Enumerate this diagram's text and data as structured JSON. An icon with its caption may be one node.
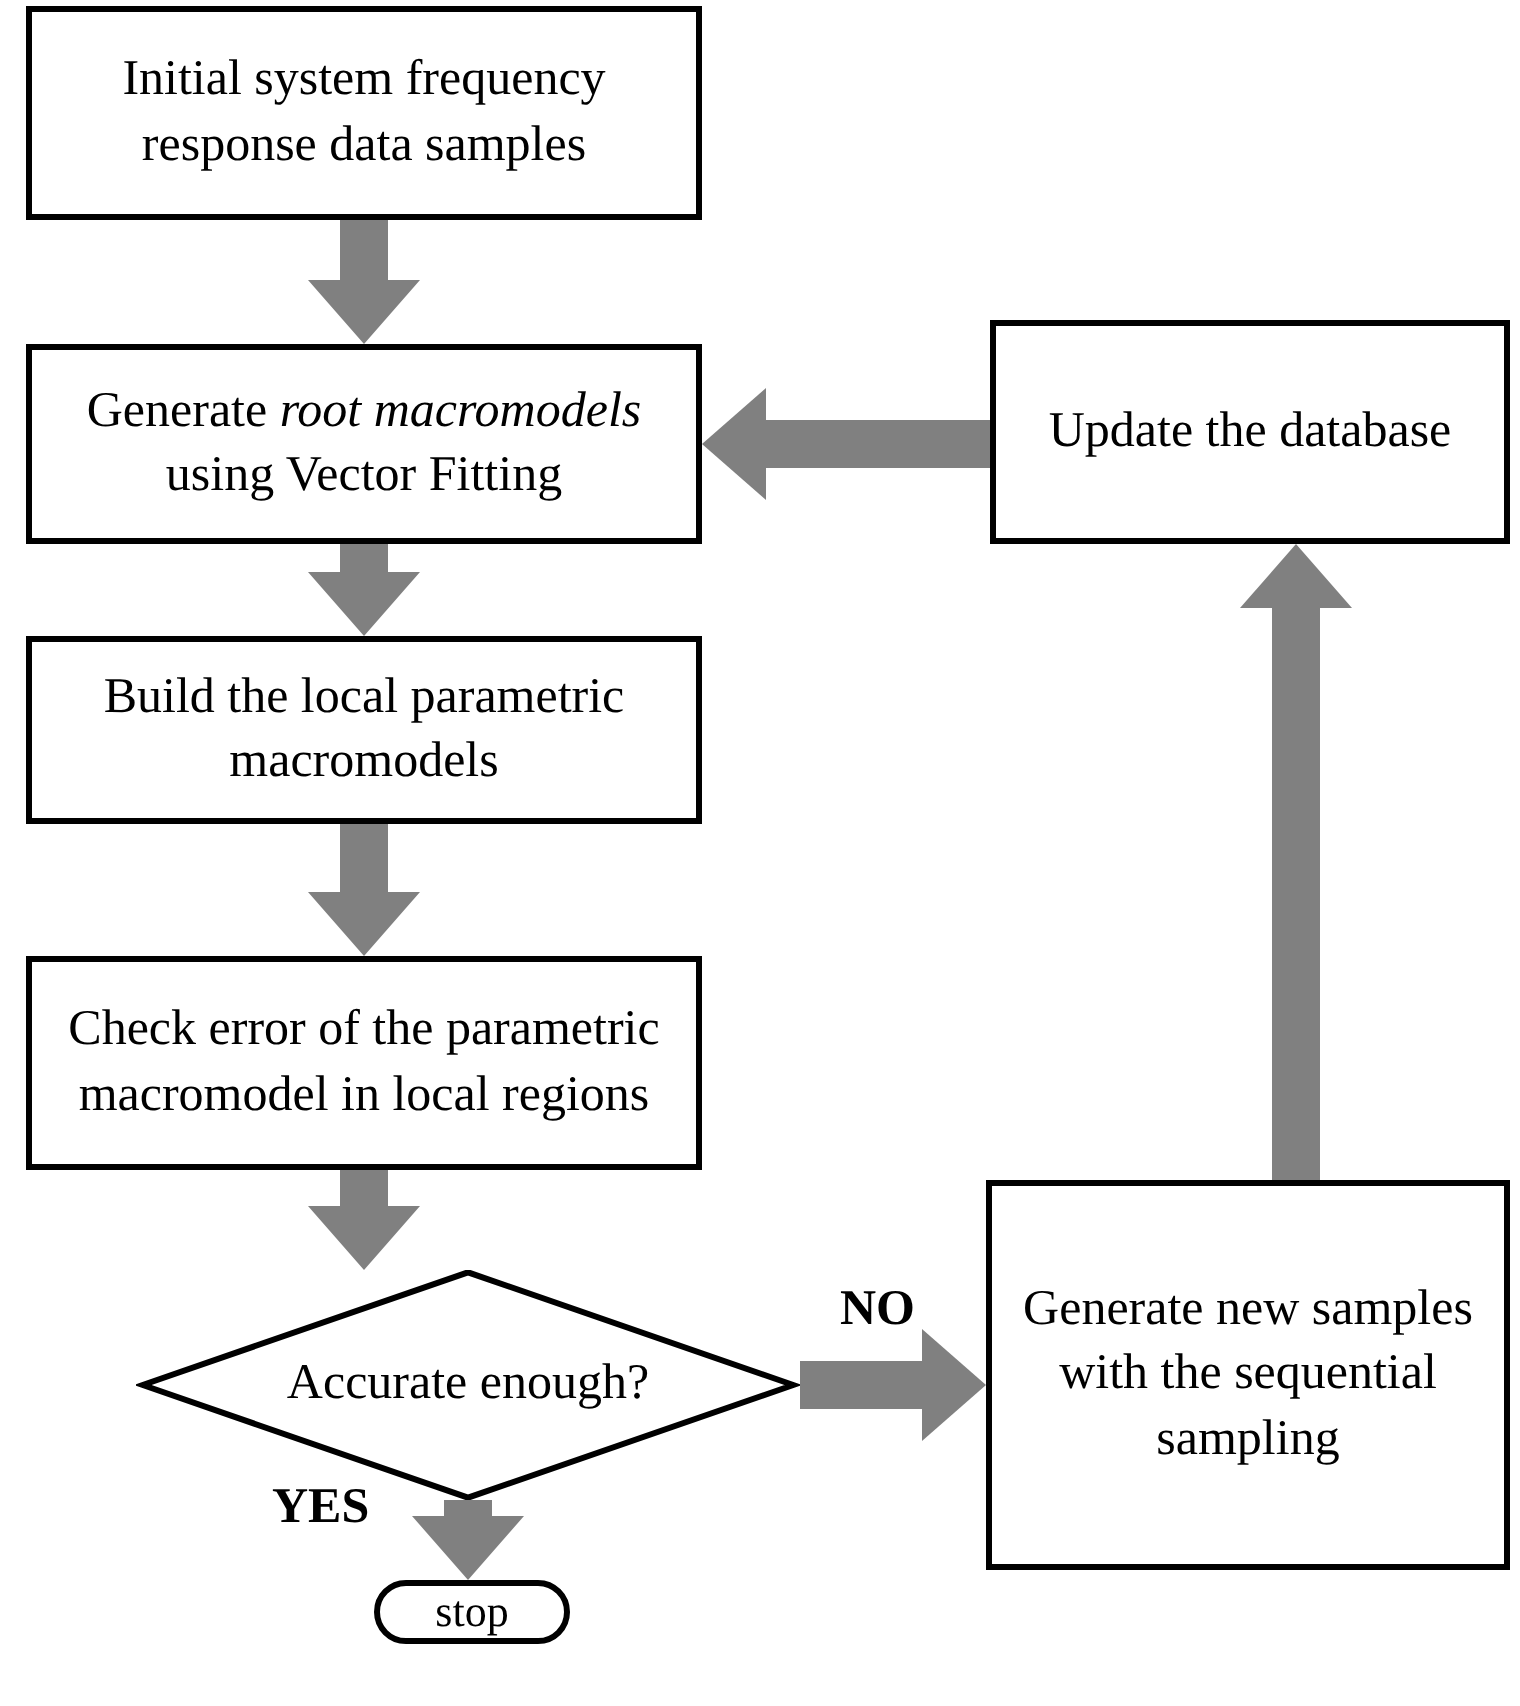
{
  "diagram": {
    "nodes": [
      {
        "text": [
          "Initial system frequency response data samples"
        ]
      },
      {
        "text": [
          "Generate *root macromodels* using Vector Fitting"
        ]
      },
      {
        "text": [
          "Build the local parametric macromodels"
        ]
      },
      {
        "text": [
          "Check error of the parametric macromodel in local regions"
        ]
      },
      {
        "text": [
          "Accurate enough?"
        ]
      },
      {
        "text": [
          "stop"
        ]
      },
      {
        "text": [
          "Update the database"
        ]
      },
      {
        "text": [
          "Generate new samples with the sequential sampling"
        ]
      }
    ],
    "edges": [
      {
        "from": 0,
        "to": 1,
        "arrow": "to"
      },
      {
        "from": 1,
        "to": 2,
        "arrow": "to"
      },
      {
        "from": 2,
        "to": 3,
        "arrow": "to"
      },
      {
        "from": 3,
        "to": 4,
        "arrow": "to"
      },
      {
        "from": 4,
        "to": 5,
        "arrow": "to",
        "label": "YES"
      },
      {
        "from": 4,
        "to": 7,
        "arrow": "to",
        "label": "NO"
      },
      {
        "from": 7,
        "to": 6,
        "arrow": "to"
      },
      {
        "from": 6,
        "to": 1,
        "arrow": "to"
      }
    ]
  }
}
